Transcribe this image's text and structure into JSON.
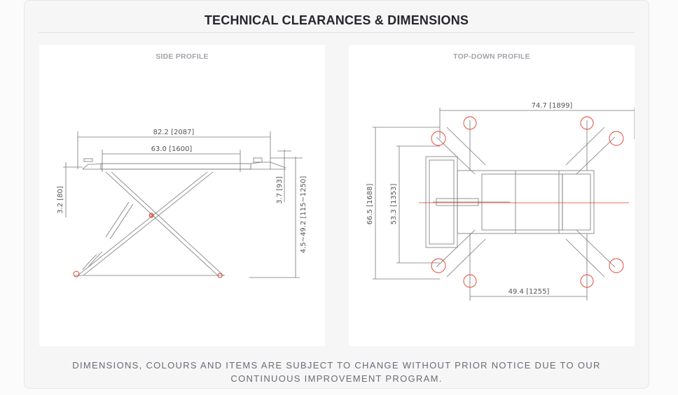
{
  "section": {
    "title": "TECHNICAL CLEARANCES & DIMENSIONS"
  },
  "side_profile": {
    "label": "SIDE PROFILE",
    "dimensions": {
      "overall_length": "82.2 [2087]",
      "deck_length": "63.0 [1600]",
      "lowered_height": "3.2 [80]",
      "ramp_height": "3.7 [93]",
      "lift_range": "4.5~49.2 [115~1250]"
    }
  },
  "top_profile": {
    "label": "TOP-DOWN PROFILE",
    "dimensions": {
      "overall_width": "74.7 [1899]",
      "overall_depth": "66.5 [1688]",
      "inner_depth": "53.3 [1353]",
      "pad_spacing": "49.4 [1255]"
    }
  },
  "footer": {
    "line1": "DIMENSIONS, COLOURS AND ITEMS ARE SUBJECT TO CHANGE WITHOUT PRIOR NOTICE DUE TO OUR",
    "line2": "CONTINUOUS IMPROVEMENT PROGRAM."
  },
  "colors": {
    "accent_line": "#e03a2a",
    "drawing_line": "#6a6a6a"
  }
}
